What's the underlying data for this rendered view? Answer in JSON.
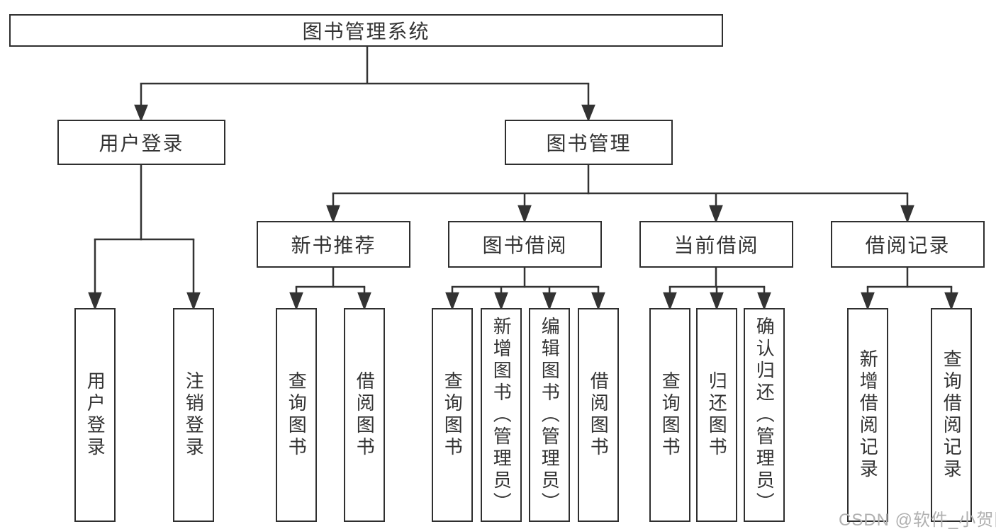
{
  "colors": {
    "border": "#2f2f2f",
    "line": "#333333",
    "text": "#333333",
    "watermark": "#b0b0b0"
  },
  "tree": {
    "label": "图书管理系统",
    "children": [
      {
        "label": "用户登录",
        "children": [
          {
            "label": "用户登录"
          },
          {
            "label": "注销登录"
          }
        ]
      },
      {
        "label": "图书管理",
        "children": [
          {
            "label": "新书推荐",
            "children": [
              {
                "label": "查询图书"
              },
              {
                "label": "借阅图书"
              }
            ]
          },
          {
            "label": "图书借阅",
            "children": [
              {
                "label": "查询图书"
              },
              {
                "label": "新增图书（管理员）"
              },
              {
                "label": "编辑图书（管理员）"
              },
              {
                "label": "借阅图书"
              }
            ]
          },
          {
            "label": "当前借阅",
            "children": [
              {
                "label": "查询图书"
              },
              {
                "label": "归还图书"
              },
              {
                "label": "确认归还（管理员）"
              }
            ]
          },
          {
            "label": "借阅记录",
            "children": [
              {
                "label": "新增借阅记录"
              },
              {
                "label": "查询借阅记录"
              }
            ]
          }
        ]
      }
    ]
  },
  "watermark": {
    "text": "CSDN @软件_小贺同学"
  }
}
